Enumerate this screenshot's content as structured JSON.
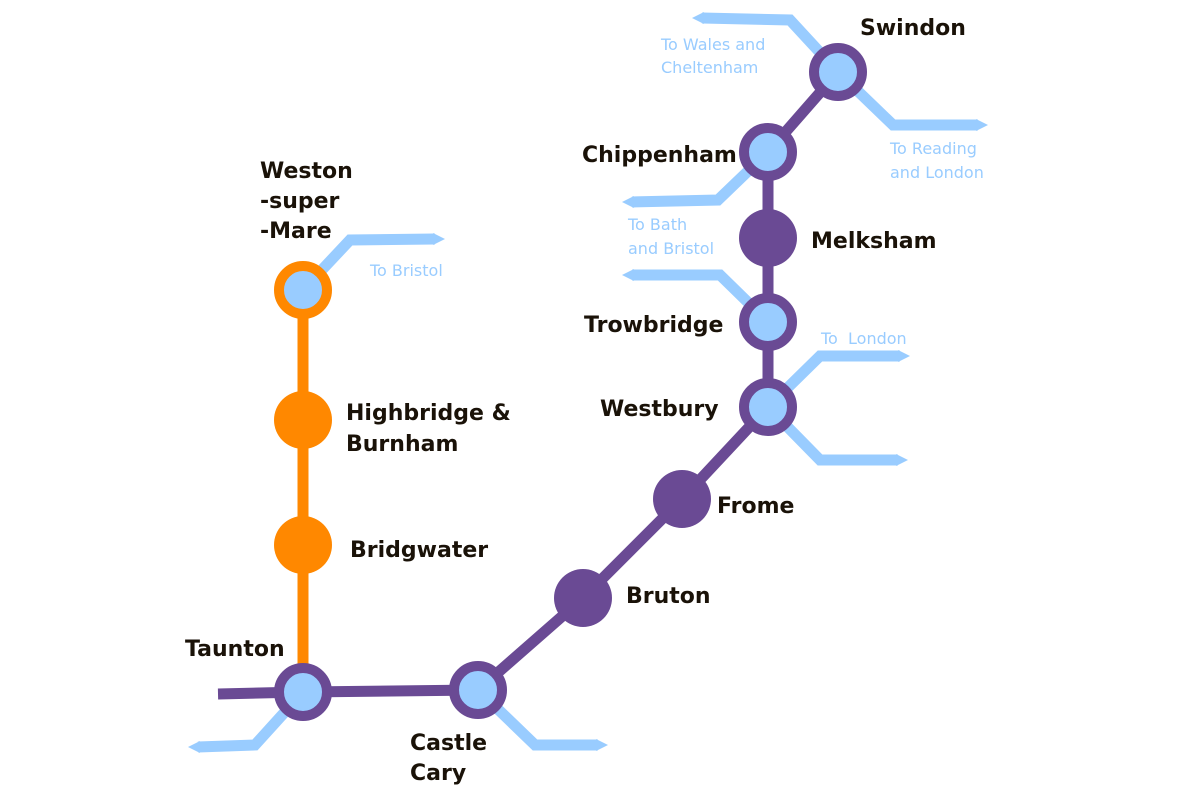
{
  "colors": {
    "orange_line": "#ff8800",
    "purple_line": "#6a4a94",
    "connection": "#99ccff",
    "label": "#1a1208"
  },
  "stations": {
    "weston": [
      "Weston",
      "-super",
      "-Mare"
    ],
    "highbridge": [
      "Highbridge &",
      "Burnham"
    ],
    "bridgwater": "Bridgwater",
    "taunton": "Taunton",
    "castle_cary": [
      "Castle",
      "Cary"
    ],
    "bruton": "Bruton",
    "frome": "Frome",
    "westbury": "Westbury",
    "trowbridge": "Trowbridge",
    "melksham": "Melksham",
    "chippenham": "Chippenham",
    "swindon": "Swindon"
  },
  "connections": {
    "to_bristol": "To Bristol",
    "to_wales": [
      "To Wales and",
      "Cheltenham"
    ],
    "to_reading": [
      "To Reading",
      "and London"
    ],
    "to_bath": [
      "To Bath",
      "and Bristol"
    ],
    "to_london": "To  London"
  }
}
